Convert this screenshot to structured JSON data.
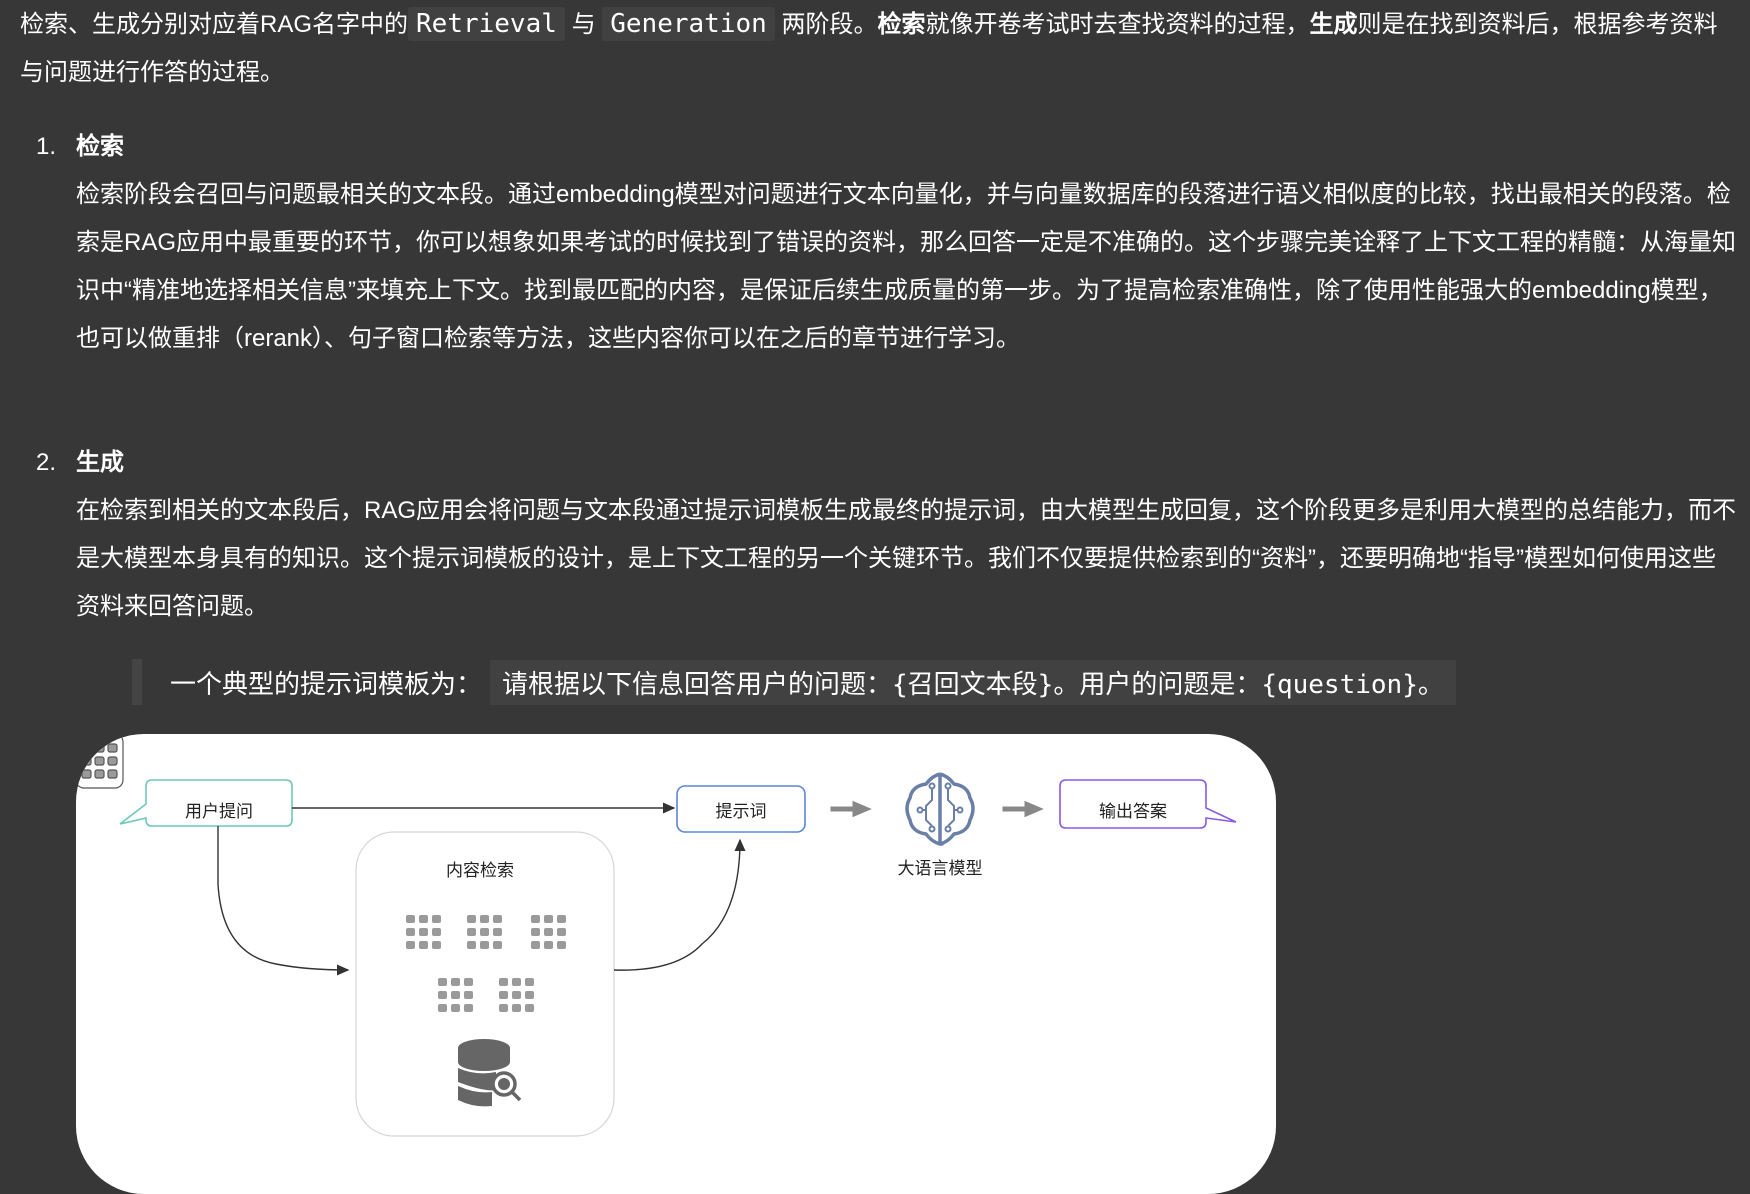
{
  "intro": {
    "part1": "检索、生成分别对应着RAG名字中的",
    "code1": "Retrieval",
    "part2": "与",
    "code2": "Generation",
    "part3": "两阶段。",
    "bold1": "检索",
    "part4": "就像开卷考试时去查找资料的过程，",
    "bold2": "生成",
    "part5": "则是在找到资料后，根据参考资料与问题进行作答的过程。"
  },
  "list": [
    {
      "number": "1.",
      "title": "检索",
      "body": "检索阶段会召回与问题最相关的文本段。通过embedding模型对问题进行文本向量化，并与向量数据库的段落进行语义相似度的比较，找出最相关的段落。检索是RAG应用中最重要的环节，你可以想象如果考试的时候找到了错误的资料，那么回答一定是不准确的。这个步骤完美诠释了上下文工程的精髓：从海量知识中“精准地选择相关信息”来填充上下文。找到最匹配的内容，是保证后续生成质量的第一步。为了提高检索准确性，除了使用性能强大的embedding模型，也可以做重排（rerank）、句子窗口检索等方法，这些内容你可以在之后的章节进行学习。"
    },
    {
      "number": "2.",
      "title": "生成",
      "body": "在检索到相关的文本段后，RAG应用会将问题与文本段通过提示词模板生成最终的提示词，由大模型生成回复，这个阶段更多是利用大模型的总结能力，而不是大模型本身具有的知识。这个提示词模板的设计，是上下文工程的另一个关键环节。我们不仅要提供检索到的“资料”，还要明确地“指导”模型如何使用这些资料来回答问题。"
    }
  ],
  "quote": {
    "label": "一个典型的提示词模板为：",
    "template": "请根据以下信息回答用户的问题：{召回文本段}。用户的问题是：{question}。"
  },
  "diagram": {
    "user_question": "用户提问",
    "prompt": "提示词",
    "llm": "大语言模型",
    "output": "输出答案",
    "retrieval": "内容检索",
    "icons": [
      "brain-circuit-icon",
      "document-grid-icon",
      "database-search-icon"
    ],
    "colors": {
      "user_question_border": "#6cc9b8",
      "prompt_border": "#5b86d6",
      "output_border": "#8a5be0",
      "llm_icon": "#6a7fa8"
    }
  }
}
